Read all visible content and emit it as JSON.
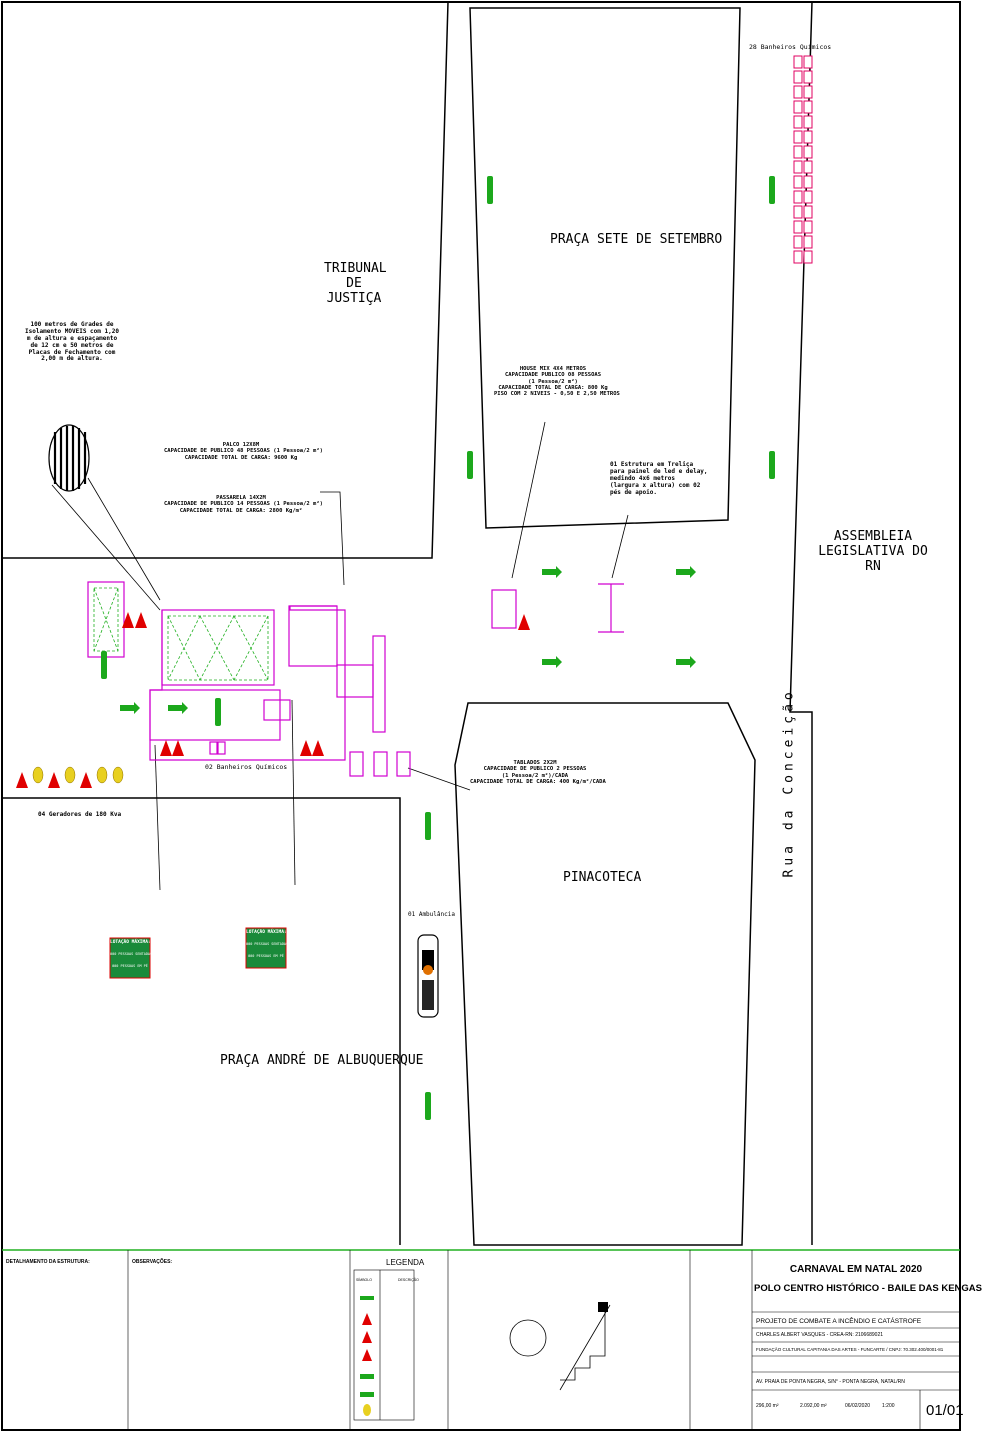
{
  "labels": {
    "banheiros_top": "28 Banheiros Químicos",
    "praca_sete": "PRAÇA SETE DE SETEMBRO",
    "tribunal": "TRIBUNAL\nDE\nJUSTIÇA",
    "grades_note": "100 metros de Grades de\nIsolamento MOVEIS com 1,20\nm de altura e espaçamento\nde 12 cm e 50 metros de\nPlacas de Fechamento com\n2,00 m de altura.",
    "palco": "PALCO 12X8M\nCAPACIDADE DE PUBLICO 48 PESSOAS (1 Pessoa/2 m²)\nCAPACIDADE TOTAL DE CARGA: 9600 Kg",
    "passarela": "PASSARELA 14X2M\nCAPACIDADE DE PUBLICO 14 PESSOAS (1 Pessoa/2 m²)\nCAPACIDADE TOTAL DE CARGA: 2800 Kg/m²",
    "house_mix": "HOUSE MIX 4X4 METROS\nCAPACIDADE PUBLICO 08 PESSOAS\n(1 Pessoa/2 m²)\nCAPACIDADE TOTAL DE CARGA: 800 Kg\nPISO COM 2 NIVEIS - 0,50 E 2,50 METROS",
    "trelica": "01 Estrutura em Treliça\npara painel de led e delay,\nmedindo 4x6 metros\n(largura x altura) com 02\npés de apoio.",
    "assembleia": "ASSEMBLEIA\nLEGISLATIVA DO\nRN",
    "banheiros_bottom": "02 Banheiros Químicos",
    "tablados": "TABLADOS 2X2M\nCAPACIDADE DE PUBLICO 2 PESSOAS\n(1 Pessoa/2 m²)/CADA\nCAPACIDADE TOTAL DE CARGA: 400 Kg/m²/CADA",
    "geradores": "04 Geradores de 180 Kva",
    "pinacoteca": "PINACOTECA",
    "rua": "Rua da Conceição",
    "ambulancia": "01 Ambulância",
    "praca_andre": "PRAÇA ANDRÉ DE ALBUQUERQUE",
    "lotacao_title": "LOTAÇÃO MÁXIMA:",
    "lotacao_l1": "000 PESSOAS SENTADAS",
    "lotacao_l2": "000 PESSOAS EM PÉ"
  },
  "title_block": {
    "detalhamento_title": "DETALHAMENTO DA ESTRUTURA:",
    "observacoes_title": "OBSERVAÇÕES:",
    "legenda_title": "LEGENDA",
    "legenda_headers": [
      "SÍMBOLO",
      "DESCRIÇÃO"
    ],
    "project_title_1": "CARNAVAL EM NATAL 2020",
    "project_title_2": "POLO CENTRO HISTÓRICO - BAILE DAS KENGAS",
    "projeto": "PROJETO DE COMBATE A INCÊNDIO E CATÁSTROFE",
    "responsavel": "CHARLES ALBERT VASQUES - CREA-RN: 2106689021",
    "cliente": "FUNDAÇÃO CULTURAL CAPITANIA DAS ARTES - FUNCARTE / CNPJ: 70.302.400/0001-81",
    "local": "AV. PRAIA DE PONTA NEGRA, S/N° - PONTA NEGRA, NATAL/RN",
    "area_construida": "296,00 m²",
    "area_do_evento": "2.092,00 m²",
    "data": "06/02/2020",
    "escala": "1:200",
    "folha": "01/01"
  }
}
